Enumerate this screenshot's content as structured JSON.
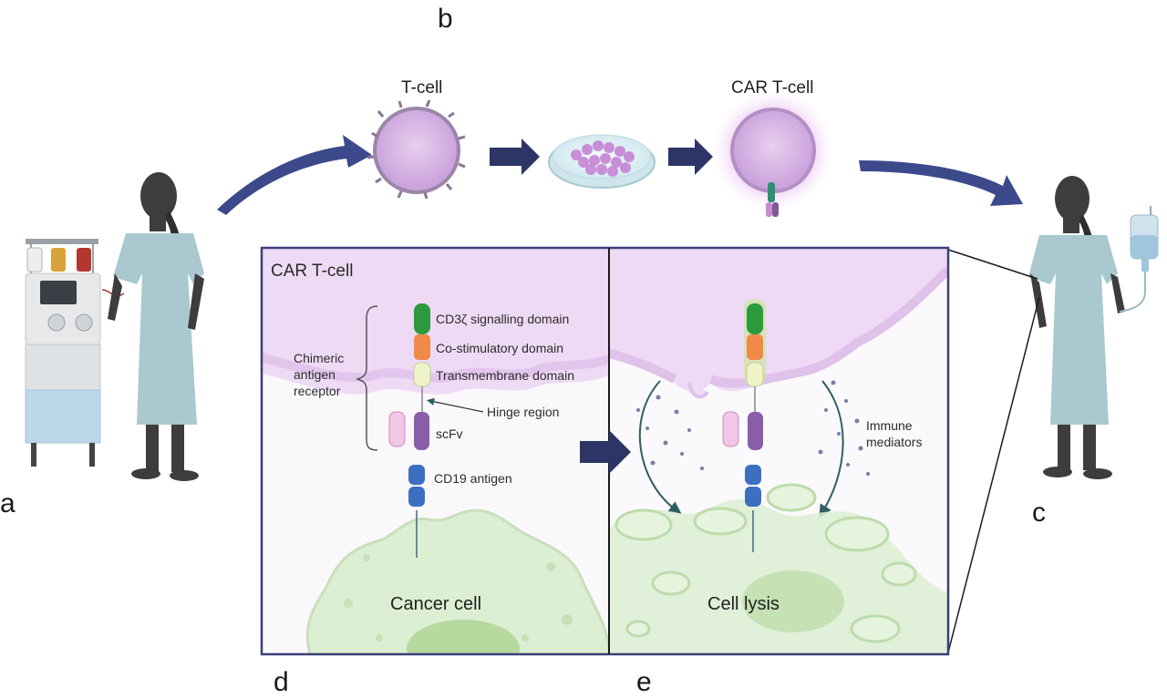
{
  "panel_letters": {
    "a": "a",
    "b": "b",
    "c": "c",
    "d": "d",
    "e": "e"
  },
  "top_row": {
    "tcell_label": "T-cell",
    "car_tcell_label": "CAR T-cell"
  },
  "panel_d": {
    "title": "CAR T-cell",
    "receptor_brace_label": [
      "Chimeric",
      "antigen",
      "receptor"
    ],
    "domains": {
      "cd3z": "CD3ζ signalling domain",
      "costim": "Co-stimulatory domain",
      "transmembrane": "Transmembrane domain",
      "hinge": "Hinge region",
      "scfv": "scFv"
    },
    "antigen": "CD19 antigen",
    "cancer_cell": "Cancer cell"
  },
  "panel_e": {
    "mediators": [
      "Immune",
      "mediators"
    ],
    "lysis": "Cell lysis"
  },
  "colors": {
    "arrow": "#3c4a8c",
    "frame": "#3b3f7a",
    "tcell": "#d8b4e6",
    "cancer": "#dcefd2",
    "gown": "#a9c8cf",
    "skin": "#3d3d3d",
    "cd3z": "#2e9a3e",
    "costim": "#f08a48",
    "transmembrane": "#eef3c8",
    "scfv_light": "#f2c6e6",
    "scfv_heavy": "#8a5da8",
    "antigen": "#3d6fc0"
  }
}
